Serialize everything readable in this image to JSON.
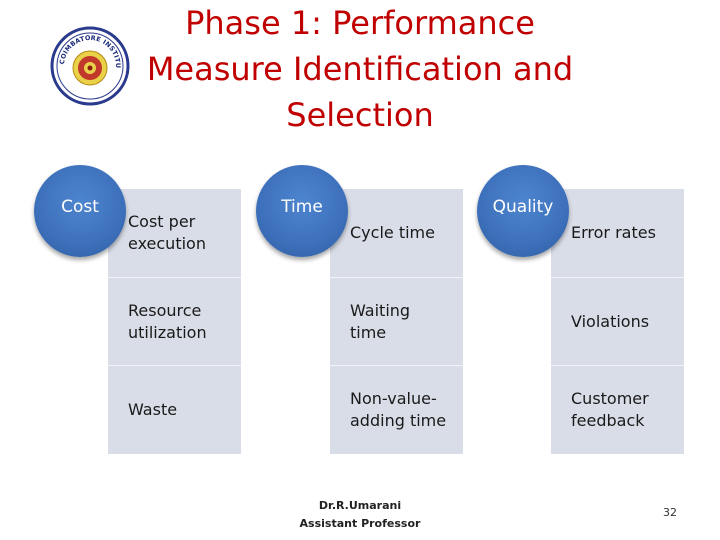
{
  "slide": {
    "title_lines": [
      "Phase 1: Performance",
      "Measure Identification and",
      "Selection"
    ],
    "logo_text": "COIMBATORE INSTITUTE OF TECHNOLOGY"
  },
  "columns": [
    {
      "heading": "Cost",
      "items": [
        "Cost per execution",
        "Resource utilization",
        "Waste"
      ]
    },
    {
      "heading": "Time",
      "items": [
        "Cycle time",
        "Waiting time",
        "Non-value-adding time"
      ]
    },
    {
      "heading": "Quality",
      "items": [
        "Error rates",
        "Violations",
        "Customer feedback"
      ]
    }
  ],
  "footer": {
    "author": "Dr.R.Umarani",
    "role": "Assistant Professor",
    "page_number": "32"
  },
  "colors": {
    "title": "#c00000",
    "circle": "#3d70bb",
    "panel": "#d9dde7"
  }
}
